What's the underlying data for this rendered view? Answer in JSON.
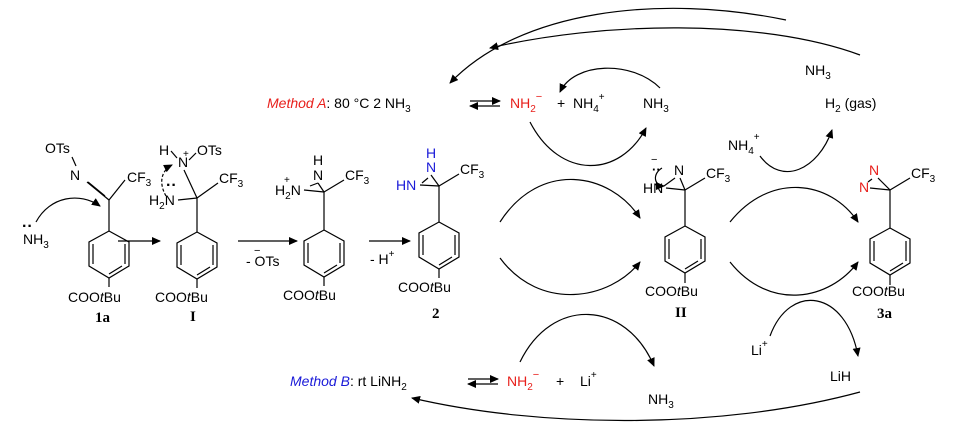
{
  "method_a": {
    "name": "Method A",
    "conditions": ": 80 °C  2 NH",
    "conditions_sub": "3",
    "nh2": "NH",
    "nh2_sub": "2",
    "nh2_sup": "−",
    "plus": "+",
    "nh4": "NH",
    "nh4_sub": "4",
    "nh4_sup": "+"
  },
  "method_b": {
    "name": "Method B",
    "conditions": ": rt  LiNH",
    "conditions_sub": "2",
    "nh2": "NH",
    "nh2_sub": "2",
    "nh2_sup": "−",
    "plus": "+",
    "li": "Li",
    "li_sup": "+"
  },
  "species": {
    "nh3_top_right": "NH",
    "nh3_sub": "3",
    "h2_gas": "H",
    "h2_sub": "2",
    "h2_rest": " (gas)",
    "nh3_cycle": "NH",
    "nh4_right": "NH",
    "nh4_right_sub": "4",
    "nh4_right_sup": "+",
    "li_right": "Li",
    "li_right_sup": "+",
    "lih": "LiH",
    "nh3_bottom": "NH",
    "nh3_attack": "NH",
    "nh3_attack_dots": "··"
  },
  "step_labels": {
    "minus_ots": "- OTs",
    "ots_charge": "−",
    "minus_h": "- H",
    "h_charge": "+"
  },
  "groups": {
    "ester": "COOtBu",
    "ester_plain": "COO",
    "ester_it": "t",
    "ester_tail": "Bu",
    "cf3": "CF",
    "cf3_sub": "3",
    "ots": "OTs",
    "n": "N",
    "h": "H",
    "hn": "HN",
    "h2n": "H",
    "h2n_sub": "2",
    "h2n_tail": "N",
    "plus": "+",
    "minus": "−",
    "dots": "··"
  },
  "compound_labels": {
    "c1a": "1a",
    "cI": "I",
    "c2": "2",
    "cII": "II",
    "c3a": "3a"
  },
  "colors": {
    "method_a": "#e8201c",
    "method_b": "#1a1ad8",
    "diazirine": "#e8201c",
    "diaziridine": "#1a1ad8"
  }
}
